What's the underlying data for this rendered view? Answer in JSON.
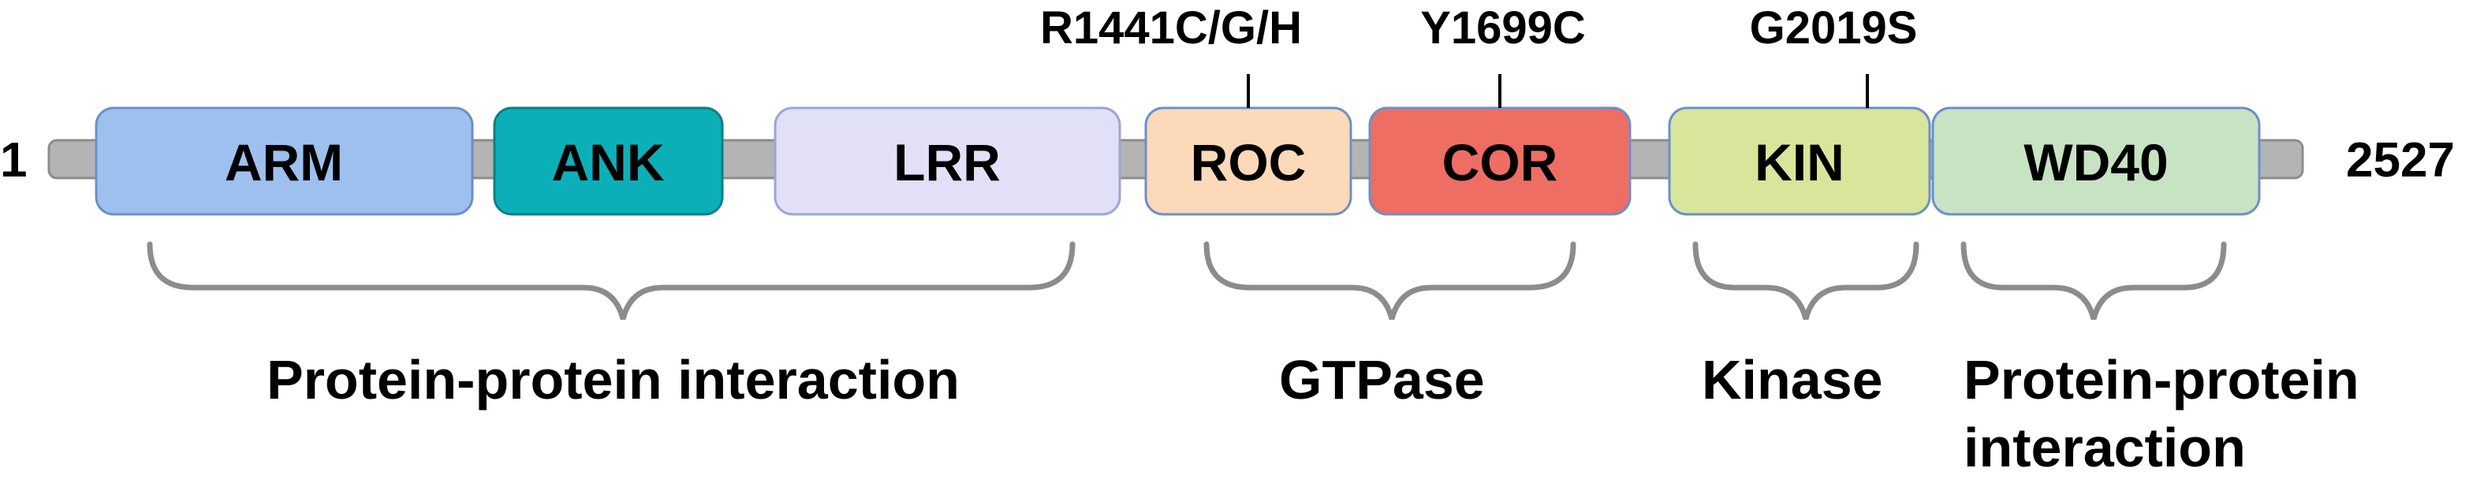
{
  "protein": {
    "start_label": "1",
    "end_label": "2527",
    "backbone_color": "#B4B4B4"
  },
  "domains": [
    {
      "name": "ARM",
      "color": "#9DC0EE",
      "border": "#6B8FCB"
    },
    {
      "name": "ANK",
      "color": "#0CAFB8",
      "border": "#0B7F86"
    },
    {
      "name": "LRR",
      "color": "#E2E0F7",
      "border": "#9AA6D8"
    },
    {
      "name": "ROC",
      "color": "#FCD9B8",
      "border": "#6B8FCB"
    },
    {
      "name": "COR",
      "color": "#EE6E64",
      "border": "#6B8FCB"
    },
    {
      "name": "KIN",
      "color": "#D9E59A",
      "border": "#6B8FCB"
    },
    {
      "name": "WD40",
      "color": "#C8E2C4",
      "border": "#6B8FCB"
    }
  ],
  "mutations": [
    {
      "label": "R1441C/G/H",
      "domain": "ROC"
    },
    {
      "label": "Y1699C",
      "domain": "COR"
    },
    {
      "label": "G2019S",
      "domain": "KIN"
    }
  ],
  "groups": [
    {
      "label_lines": [
        "Protein-protein interaction"
      ]
    },
    {
      "label_lines": [
        "GTPase"
      ]
    },
    {
      "label_lines": [
        "Kinase"
      ]
    },
    {
      "label_lines": [
        "Protein-protein",
        "interaction"
      ]
    }
  ],
  "brace_color": "#8C8C8C"
}
